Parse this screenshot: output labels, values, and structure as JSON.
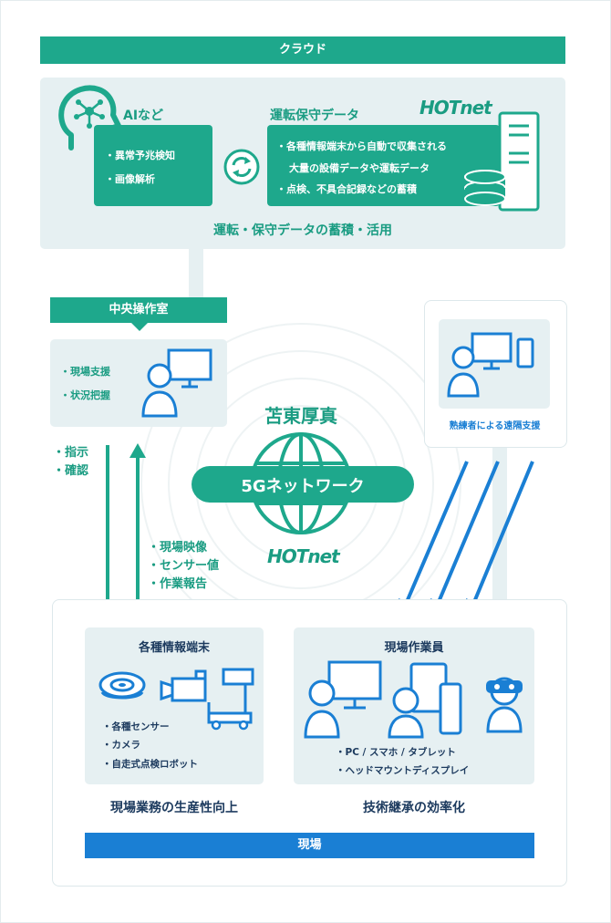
{
  "cloud": {
    "bar_label": "クラウド",
    "ai": {
      "title": "AIなど",
      "items": [
        "異常予兆検知",
        "画像解析"
      ]
    },
    "ops": {
      "title": "運転保守データ",
      "logo": "HOTnet",
      "items": [
        "各種情報端末から自動で収集される",
        "大量の設備データや運転データ",
        "点検、不具合記録などの蓄積"
      ]
    },
    "footer": "運転・保守データの蓄積・活用"
  },
  "control_room": {
    "bar_label": "中央操作室",
    "items": [
      "現場支援",
      "状況把握"
    ]
  },
  "remote": {
    "label": "熟練者による遠隔支援"
  },
  "arrows": {
    "down_items": [
      "指示",
      "確認"
    ],
    "up_items": [
      "現場映像",
      "センサー値",
      "作業報告"
    ]
  },
  "network": {
    "region": "苫東厚真",
    "label": "5Gネットワーク",
    "logo": "HOTnet"
  },
  "site": {
    "bar_label": "現場",
    "devices": {
      "title": "各種情報端末",
      "items": [
        "各種センサー",
        "カメラ",
        "自走式点検ロボット"
      ],
      "footer": "現場業務の生産性向上"
    },
    "workers": {
      "title": "現場作業員",
      "items": [
        "PC / スマホ / タブレット",
        "ヘッドマウントディスプレイ"
      ],
      "footer": "技術継承の効率化"
    }
  },
  "colors": {
    "teal": "#1ea88c",
    "navy": "#1c3a5e",
    "blue": "#1a7fd4",
    "panel": "#e6f0f2"
  }
}
